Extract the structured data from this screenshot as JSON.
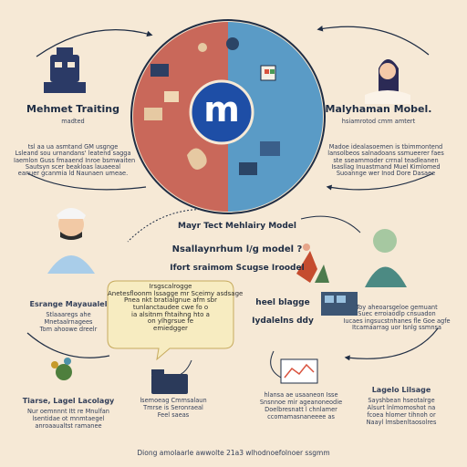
{
  "circle": {
    "logo_letter": "m"
  },
  "top_left": {
    "title": "Mehmet Traiting",
    "sub": "madted"
  },
  "top_right": {
    "title": "Malyhaman Mobel.",
    "sub": "hsiamrotod cmm amtert"
  },
  "left_desc": [
    "tsl aa ua asmtand GM usgnge",
    "Lsleand sou urnandans' leatend sagga",
    "Iaemlon Guss fmaaend Inroe bsmwaiten",
    "Sautsyn scer beakloas lauaeeal",
    "eanuer gcanmia ld Naunaen umeae."
  ],
  "right_desc": [
    "Madoe idealasoemen is tbimmontend",
    "lansolbeos salnadoans ssmueerer faes",
    "ste sseammoder crrnal teadleanen",
    "Isasllag Inuastmand Muel Kimlomed",
    "Suoannge wer Inod Dore Dasaee"
  ],
  "center": {
    "line1": "Mayr Tect Mehlairy Model",
    "line2": "Nsallaynrhum l/g model ?",
    "line3": "Ifort sraimom Scugse Iroodel"
  },
  "middle_left": {
    "title": "Esrange Mayaualel",
    "lines": [
      "Stlaaaregs ahe",
      "Mnetaalrnagees",
      "Tom ahoowe dreelr"
    ]
  },
  "bubble": {
    "lines": [
      "Irsgscalrogge",
      "Anetesfloonm lssagge mr Sceimy asdsage",
      "Pnea nkt bratialgnue afm sbr",
      "tunlanctaudee cwe fo o",
      "ia alsitnm fhtaihng hto a",
      "on ylhgrsue fe",
      "emiedgger"
    ]
  },
  "model_label": {
    "title": "heel blagge",
    "sub": "Iydalelns ddy"
  },
  "mid_right_desc": [
    "Toy aheoarsgeloe gemuant",
    "Suec erroiaodlp cnsuadon",
    "Iucaes ingsucstnhanes fle Goe agfe",
    "Itcamaarrag uor Isnlg ssmnsa"
  ],
  "bottom_left": {
    "title": "Tiarse, Lagel Lacolagy",
    "lines": [
      "Nur oemnnnt Itt re Mnulfan",
      "lsentidae ot mnmtaegel",
      "anroaaualtst ramanee"
    ]
  },
  "bottom_mid": {
    "lines": [
      "lsemoeag Cmmsalaun",
      "Tmrse is Seronraeal",
      "Feel saeas"
    ]
  },
  "bottom_right_mid": {
    "lines": [
      "hlansa  ae usaaneon Isse",
      "Snsnnoe mir ageanoneodie",
      "Doelbresnatt l chnlamer",
      "ccomamasnaneeee as"
    ]
  },
  "bottom_right": {
    "title": "Lagelo Lilsage",
    "lines": [
      "Sayshbean hseotalrge",
      "Alsurt lnlmomoshot na",
      "fcoea hlomer tihnoh or",
      "Naayl lmsbenltaosolres"
    ]
  },
  "footer": "Diong amolaarle awwolte 21a3 wlhodnoefolnoer ssgmm"
}
